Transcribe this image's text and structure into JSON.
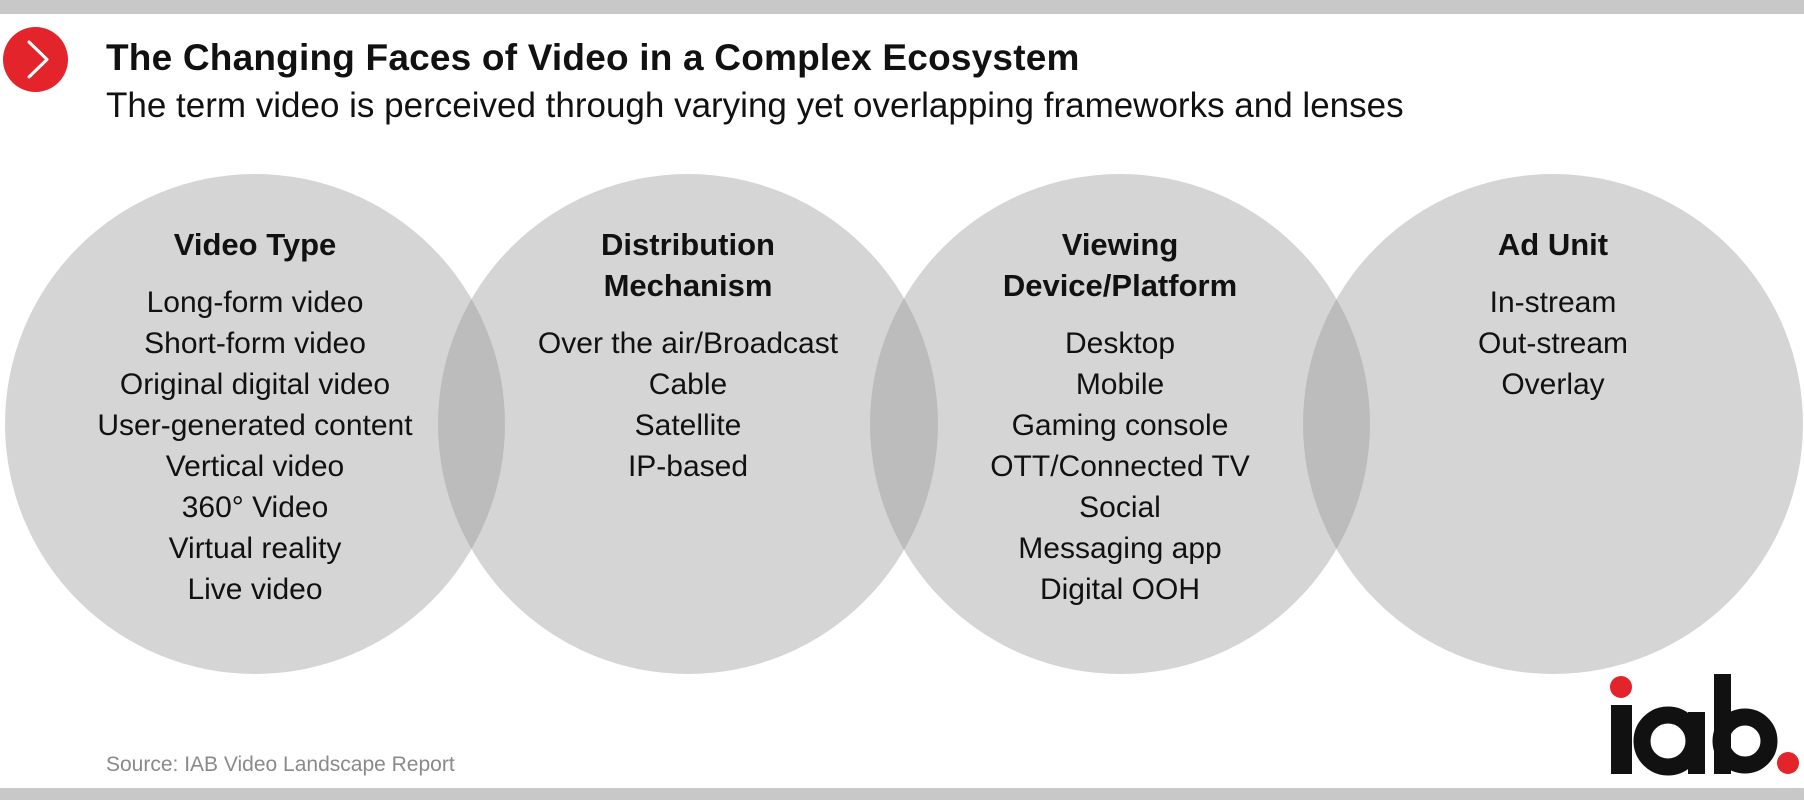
{
  "header": {
    "title": "The Changing Faces of Video in a Complex Ecosystem",
    "subtitle": "The term video is perceived through varying yet overlapping frameworks and lenses"
  },
  "circles": [
    {
      "title": "Video Type",
      "items": [
        "Long-form video",
        "Short-form video",
        "Original digital video",
        "User-generated content",
        "Vertical video",
        "360° Video",
        "Virtual reality",
        "Live video"
      ]
    },
    {
      "title": "Distribution\nMechanism",
      "items": [
        "Over the air/Broadcast",
        "Cable",
        "Satellite",
        "IP-based"
      ]
    },
    {
      "title": "Viewing\nDevice/Platform",
      "items": [
        "Desktop",
        "Mobile",
        "Gaming console",
        "OTT/Connected TV",
        "Social",
        "Messaging app",
        "Digital OOH"
      ]
    },
    {
      "title": "Ad Unit",
      "items": [
        "In-stream",
        "Out-stream",
        "Overlay"
      ]
    }
  ],
  "source": "Source: IAB Video Landscape Report",
  "logo": {
    "text": "iab.",
    "accent_color": "#e3242b"
  },
  "colors": {
    "accent": "#e3242b",
    "circle_fill": "rgba(150,150,150,0.4)",
    "rule": "#c8c8c8"
  },
  "icons": {
    "bullet": "chevron-right-icon"
  }
}
